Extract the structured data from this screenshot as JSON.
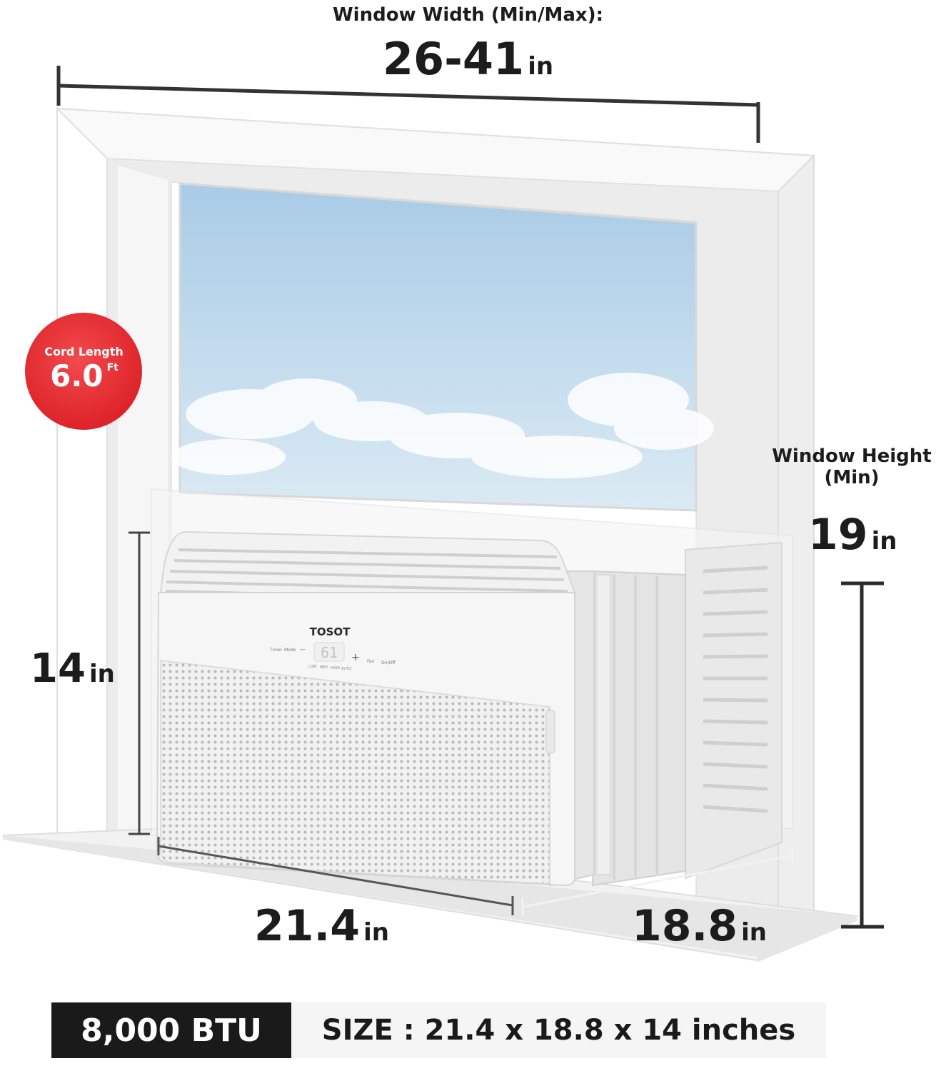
{
  "labels": {
    "window_width_title": "Window Width (Min/Max):",
    "window_width_value": "26-41",
    "window_width_unit": "in",
    "cord_title": "Cord Length",
    "cord_value": "6.0",
    "cord_unit": "Ft",
    "window_height_title_line1": "Window Height",
    "window_height_title_line2": "(Min)",
    "window_height_value": "19",
    "window_height_unit": "in",
    "unit_height_value": "14",
    "unit_height_unit": "in",
    "unit_width_value": "21.4",
    "unit_width_unit": "in",
    "unit_depth_value": "18.8",
    "unit_depth_unit": "in"
  },
  "product": {
    "brand": "TOSOT",
    "display_temp": "61",
    "panel_top_labels": [
      "Timer",
      "Mode",
      "Fan",
      "On/Off"
    ],
    "panel_bottom_labels": [
      "LOW",
      "MED",
      "HIGH",
      "AUTO"
    ],
    "minus_symbol": "—",
    "plus_symbol": "+"
  },
  "footer": {
    "btu_label": "8,000 BTU",
    "size_label": "SIZE : 21.4 x 18.8 x 14 inches"
  },
  "colors": {
    "badge_red": "#e8262c",
    "footer_dark": "#1a1a1a",
    "sky_top": "#a9cbe6",
    "sky_bottom": "#d9eaf5"
  },
  "icons": [
    "cloud-icon"
  ]
}
